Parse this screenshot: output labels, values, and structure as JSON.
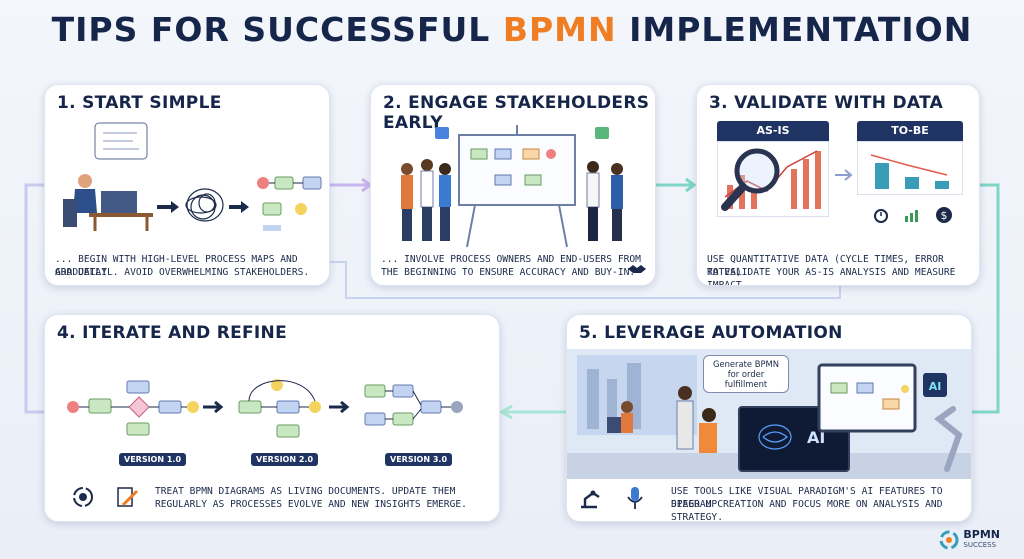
{
  "title": {
    "prefix": "TIPS FOR SUCCESSFUL ",
    "highlight": "BPMN",
    "suffix": " IMPLEMENTATION"
  },
  "colors": {
    "accent": "#f07d22",
    "navy": "#16254a",
    "flow": "#9fb6e6"
  },
  "cards": [
    {
      "heading": "1. START SIMPLE",
      "desc_1": "... BEGIN WITH HIGH-LEVEL PROCESS MAPS AND GRADUALLY",
      "desc_2": "ADD DETAIL. AVOID OVERWHELMING STAKEHOLDERS."
    },
    {
      "heading": "2. ENGAGE STAKEHOLDERS EARLY",
      "desc_1": "... INVOLVE PROCESS OWNERS AND END-USERS FROM",
      "desc_2": "THE BEGINNING TO ENSURE ACCURACY AND BUY-IN."
    },
    {
      "heading": "3. VALIDATE WITH DATA",
      "as_is": "AS-IS",
      "to_be": "TO-BE",
      "desc_1": "USE QUANTITATIVE DATA (CYCLE TIMES, ERROR RATES)",
      "desc_2": "TO VALIDATE YOUR AS-IS ANALYSIS AND MEASURE IMPACT."
    },
    {
      "heading": "4. ITERATE AND REFINE",
      "versions": [
        "VERSION 1.0",
        "VERSION 2.0",
        "VERSION 3.0"
      ],
      "desc_1": "TREAT BPMN DIAGRAMS AS LIVING DOCUMENTS. UPDATE THEM",
      "desc_2": "REGULARLY AS PROCESSES EVOLVE AND NEW INSIGHTS EMERGE."
    },
    {
      "heading": "5. LEVERAGE AUTOMATION",
      "bubble": "Generate BPMN for order fulfillment",
      "ai": "AI",
      "desc_1": "USE TOOLS LIKE VISUAL PARADIGM'S AI FEATURES TO SPEED UP",
      "desc_2": "DIAGRAM CREATION AND FOCUS MORE ON ANALYSIS AND STRATEGY."
    }
  ],
  "logo": {
    "name": "BPMN",
    "sub": "SUCCESS"
  },
  "icons": [
    "gear-cycle-icon",
    "pencil-doc-icon",
    "robot-arm-icon",
    "microphone-icon",
    "handshake-icon",
    "dollar-icon",
    "stopwatch-icon",
    "chart-icon",
    "magnifier-icon"
  ]
}
